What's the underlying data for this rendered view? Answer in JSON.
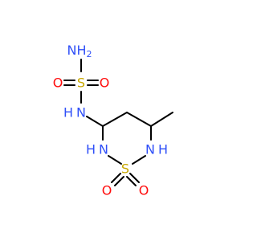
{
  "colors": {
    "nitrogen": "#3050F8",
    "oxygen": "#FF0D0D",
    "sulfur": "#C8A800",
    "bond": "#000000",
    "background": "#ffffff"
  },
  "atoms": {
    "nh2_top": "NH",
    "nh2_sub": "2",
    "o_left_top": "O",
    "s_top": "S",
    "o_right_top": "O",
    "n_link": "N",
    "h_link": "H",
    "nh_left_n": "N",
    "nh_left_h": "H",
    "nh_right_n": "N",
    "nh_right_h": "H",
    "s_ring": "S",
    "o_ring_left": "O",
    "o_ring_right": "O"
  }
}
